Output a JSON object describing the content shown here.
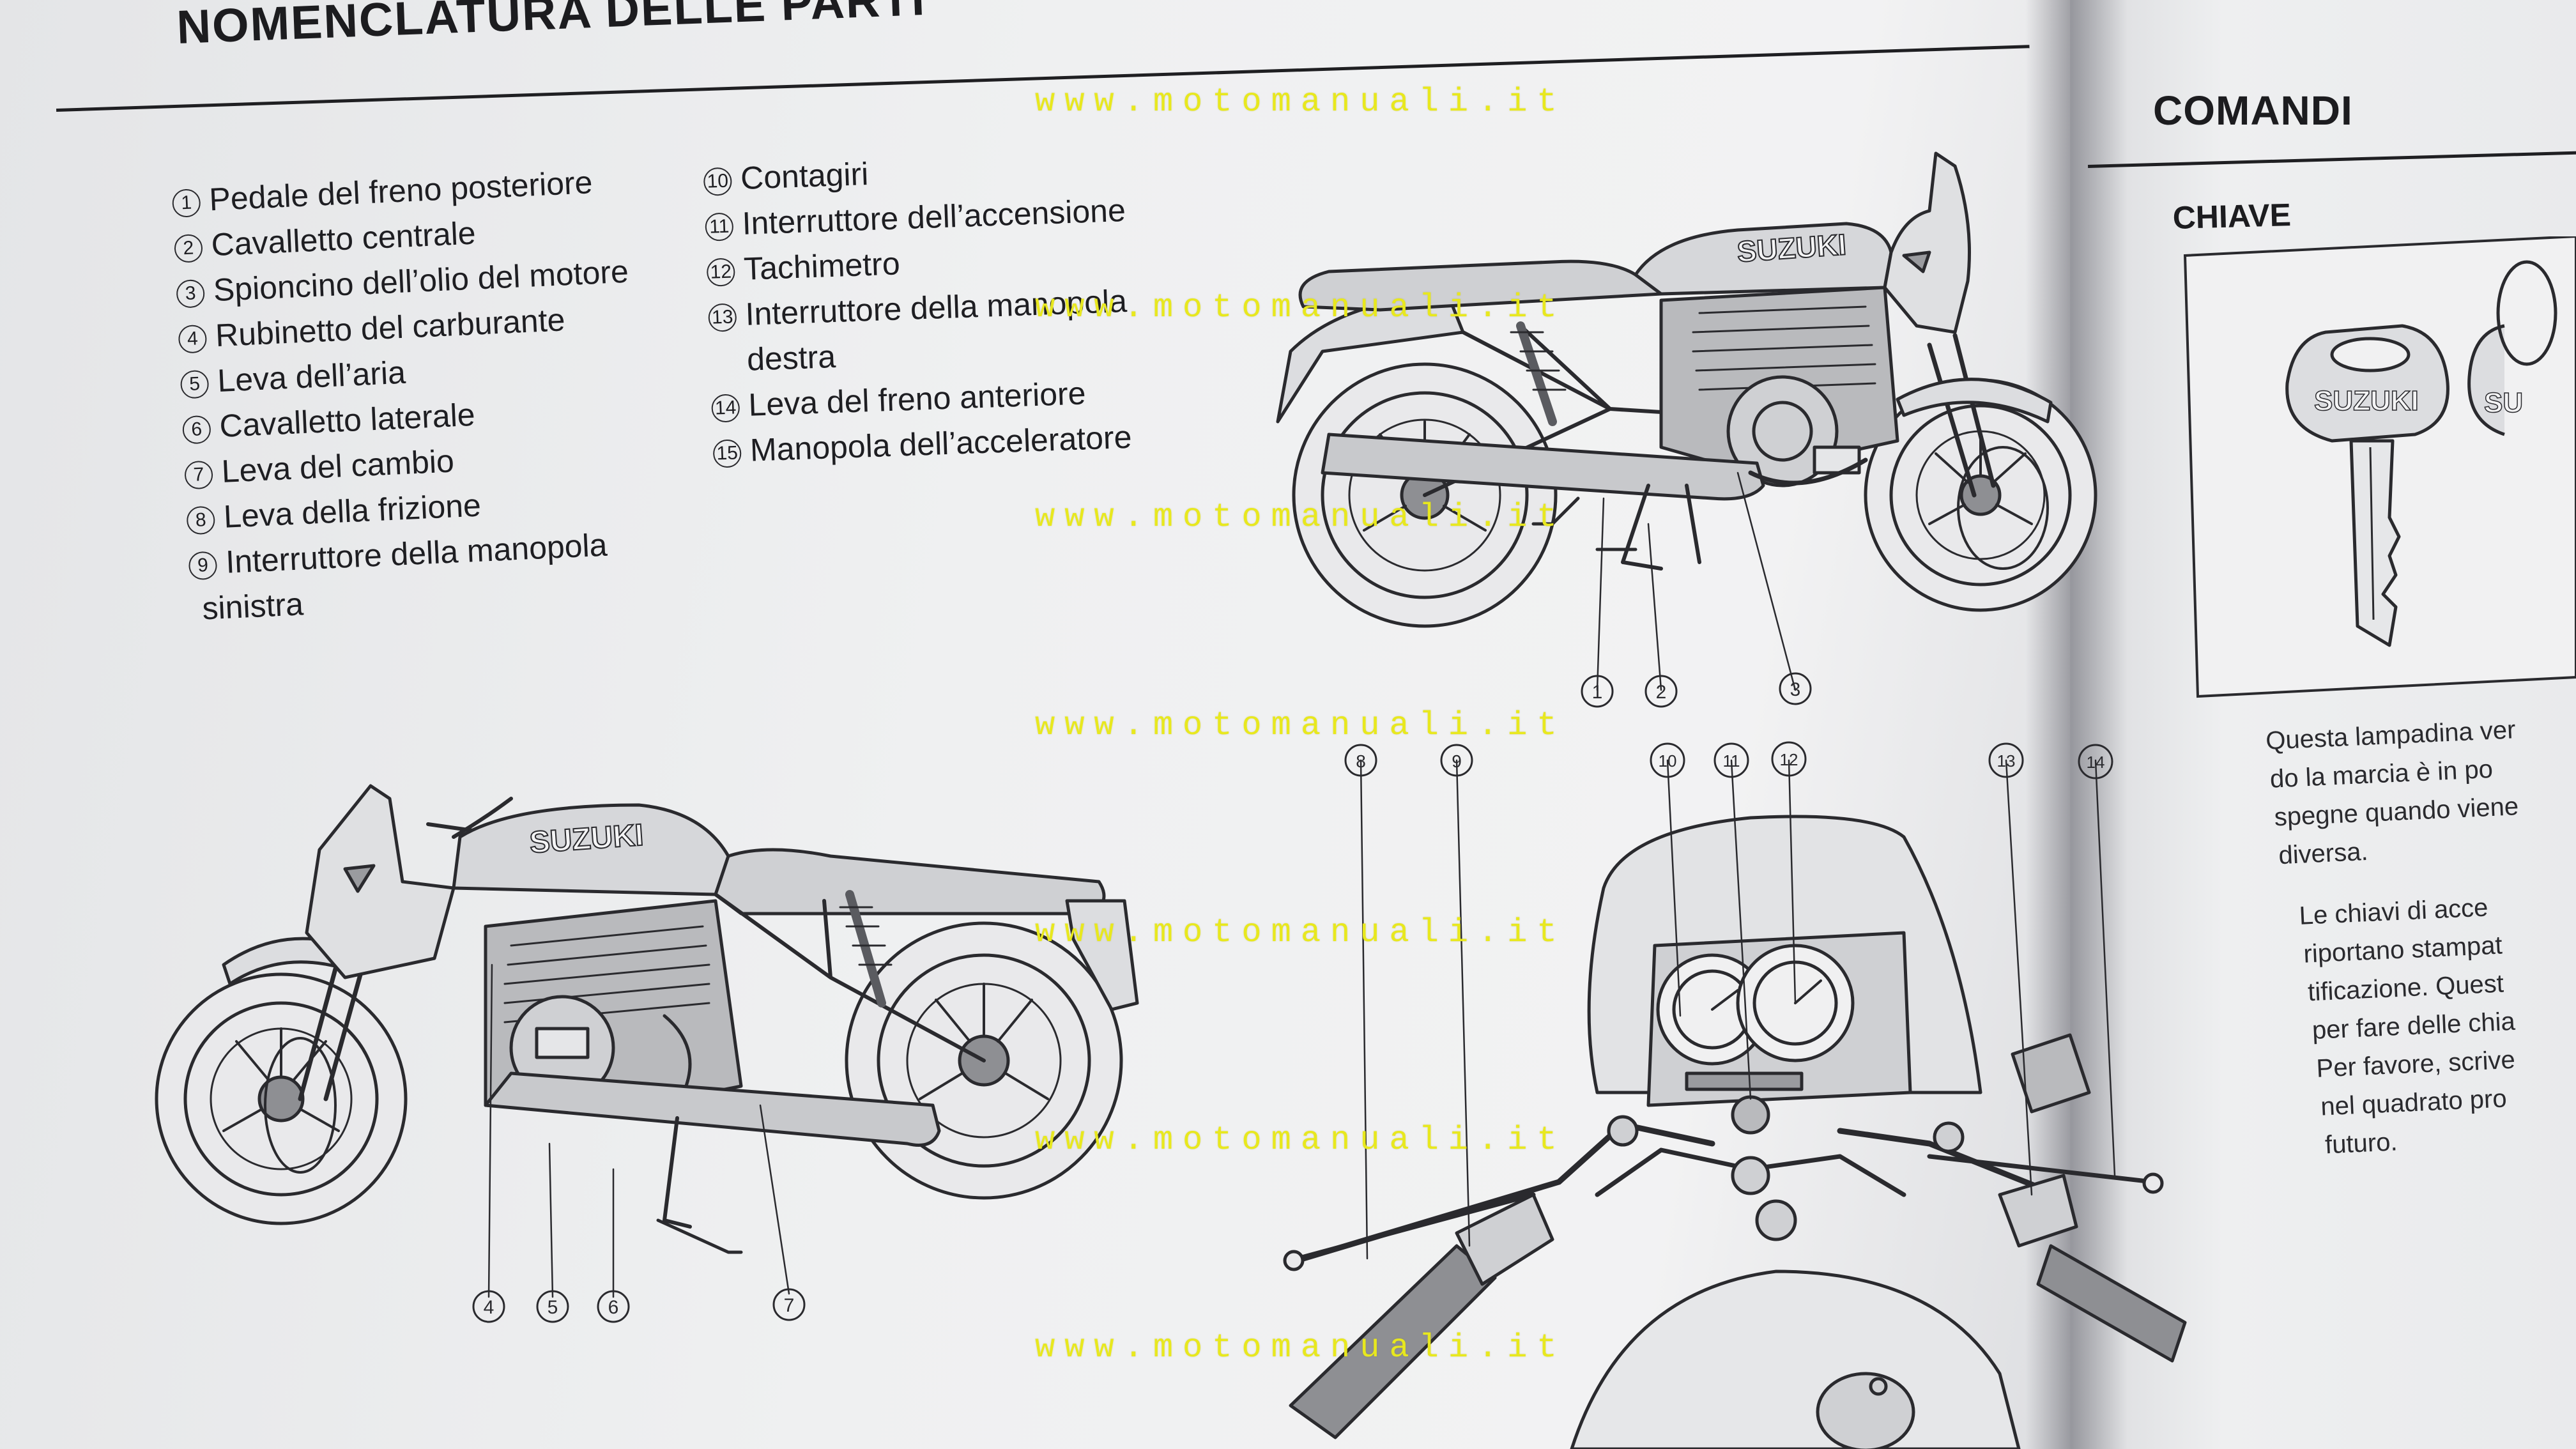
{
  "left_page": {
    "title": "NOMENCLATURA DELLE PARTI",
    "parts_col1": [
      {
        "num": "1",
        "lines": [
          "Pedale del freno posteriore"
        ]
      },
      {
        "num": "2",
        "lines": [
          "Cavalletto centrale"
        ]
      },
      {
        "num": "3",
        "lines": [
          "Spioncino dell’olio del motore"
        ]
      },
      {
        "num": "4",
        "lines": [
          "Rubinetto del carburante"
        ]
      },
      {
        "num": "5",
        "lines": [
          "Leva dell’aria"
        ]
      },
      {
        "num": "6",
        "lines": [
          "Cavalletto laterale"
        ]
      },
      {
        "num": "7",
        "lines": [
          "Leva del cambio"
        ]
      },
      {
        "num": "8",
        "lines": [
          "Leva della frizione"
        ]
      },
      {
        "num": "9",
        "lines": [
          "Interruttore della manopola",
          "sinistra"
        ]
      }
    ],
    "parts_col2": [
      {
        "num": "10",
        "lines": [
          "Contagiri"
        ]
      },
      {
        "num": "11",
        "lines": [
          "Interruttore dell’accensione"
        ]
      },
      {
        "num": "12",
        "lines": [
          "Tachimetro"
        ]
      },
      {
        "num": "13",
        "lines": [
          "Interruttore della manopola",
          "destra"
        ]
      },
      {
        "num": "14",
        "lines": [
          "Leva del freno anteriore"
        ]
      },
      {
        "num": "15",
        "lines": [
          "Manopola dell’acceleratore"
        ]
      }
    ],
    "diagram_brand": "SUZUKI",
    "callouts_right_view": [
      "1",
      "2",
      "3"
    ],
    "callouts_left_view": [
      "4",
      "5",
      "6",
      "7"
    ],
    "callouts_handlebar": [
      "8",
      "9",
      "10",
      "11",
      "12",
      "13",
      "14"
    ]
  },
  "right_page": {
    "title": "COMANDI",
    "subtitle": "CHIAVE",
    "key_brand": "SUZUKI",
    "key_brand_partial": "SU",
    "paragraph1": [
      "Questa lampadina ver",
      "do la marcia è in po",
      "spegne quando viene",
      "diversa."
    ],
    "paragraph2": [
      "Le chiavi di acce",
      "riportano stampat",
      "tificazione. Quest",
      "per fare delle chia",
      "Per favore, scrive",
      "nel quadrato pro",
      "futuro."
    ]
  },
  "watermark": "www.motomanuali.it"
}
